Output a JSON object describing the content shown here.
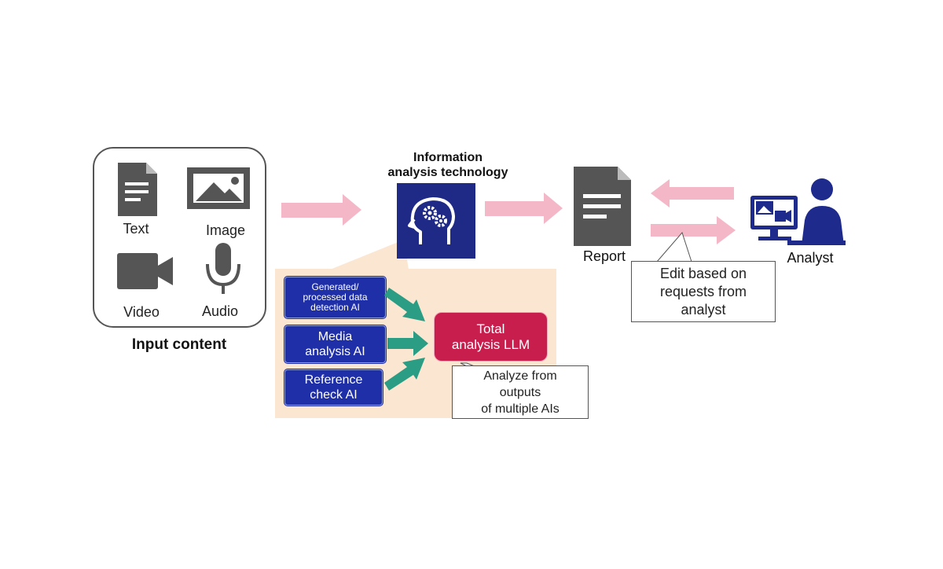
{
  "input": {
    "title": "Input content",
    "items": [
      {
        "label": "Text",
        "icon": "document-icon"
      },
      {
        "label": "Image",
        "icon": "image-icon"
      },
      {
        "label": "Video",
        "icon": "video-camera-icon"
      },
      {
        "label": "Audio",
        "icon": "microphone-icon"
      }
    ]
  },
  "tech": {
    "title_line1": "Information",
    "title_line2": "analysis technology",
    "icon": "brain-gears-icon"
  },
  "modules": [
    {
      "line1": "Generated/",
      "line2": "processed data",
      "line3": "detection AI"
    },
    {
      "line1": "Media",
      "line2": "analysis AI"
    },
    {
      "line1": "Reference",
      "line2": "check AI"
    }
  ],
  "llm": {
    "line1": "Total",
    "line2": "analysis LLM"
  },
  "llm_note": {
    "line1": "Analyze from",
    "line2": "outputs",
    "line3": "of multiple AIs"
  },
  "report": {
    "label": "Report",
    "icon": "document-icon"
  },
  "analyst": {
    "label": "Analyst",
    "icon": "person-at-monitor-icon"
  },
  "edit_note": {
    "line1": "Edit based on",
    "line2": "requests from",
    "line3": "analyst"
  },
  "colors": {
    "pink_arrow": "#f3b7c8",
    "green_arrow": "#2a9d84",
    "tech_box": "#1e2a86",
    "module_blue": "#1e2fa8",
    "llm_red": "#c81e4e",
    "panel_bg": "#fbe6d2",
    "icon_gray": "#555555",
    "analyst_blue": "#1e2a8c"
  }
}
